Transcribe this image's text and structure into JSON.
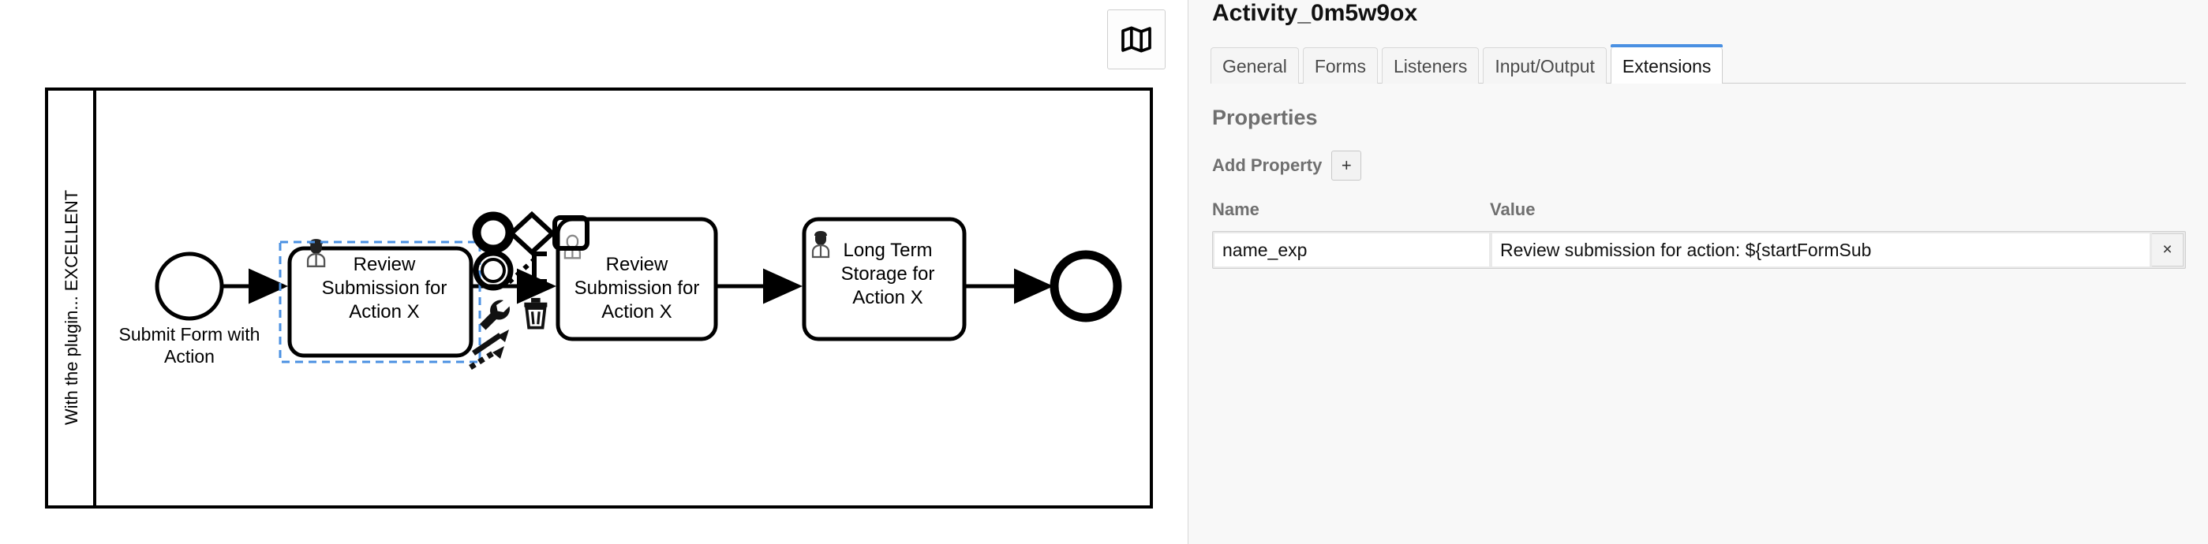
{
  "canvas": {
    "minimap_toggle_icon": "map-icon",
    "pool": {
      "label": "With the plugin... EXCELLENT"
    },
    "nodes": [
      {
        "id": "start",
        "type": "start-event",
        "label": "Submit Form with Action"
      },
      {
        "id": "task1",
        "type": "user-task",
        "label": "Review Submission for Action X",
        "selected": true,
        "marker_icon": "user-icon"
      },
      {
        "id": "task2",
        "type": "user-task",
        "label": "Review Submission for Action X",
        "selected": false,
        "marker_icon": "user-icon"
      },
      {
        "id": "task3",
        "type": "user-task",
        "label": "Long Term Storage for Action X",
        "selected": false,
        "marker_icon": "user-icon"
      },
      {
        "id": "end",
        "type": "end-event",
        "label": ""
      }
    ],
    "context_pad": {
      "items": [
        {
          "name": "append-end-event-icon"
        },
        {
          "name": "append-gateway-icon"
        },
        {
          "name": "append-task-icon"
        },
        {
          "name": "append-intermediate-event-icon"
        },
        {
          "name": "append-text-annotation-icon"
        },
        {
          "name": "wrench-icon"
        },
        {
          "name": "trash-icon"
        },
        {
          "name": "connect-icon"
        }
      ]
    }
  },
  "properties_panel": {
    "element_id": "Activity_0m5w9ox",
    "tabs": [
      {
        "label": "General",
        "active": false
      },
      {
        "label": "Forms",
        "active": false
      },
      {
        "label": "Listeners",
        "active": false
      },
      {
        "label": "Input/Output",
        "active": false
      },
      {
        "label": "Extensions",
        "active": true
      }
    ],
    "section_title": "Properties",
    "add_property_label": "Add Property",
    "add_property_button": "+",
    "columns": {
      "name": "Name",
      "value": "Value"
    },
    "rows": [
      {
        "name": "name_exp",
        "value": "Review submission for action: ${startFormSub",
        "remove_label": "×"
      }
    ],
    "accent_color": "#4a90e2",
    "panel_background": "#f8f8f8"
  }
}
